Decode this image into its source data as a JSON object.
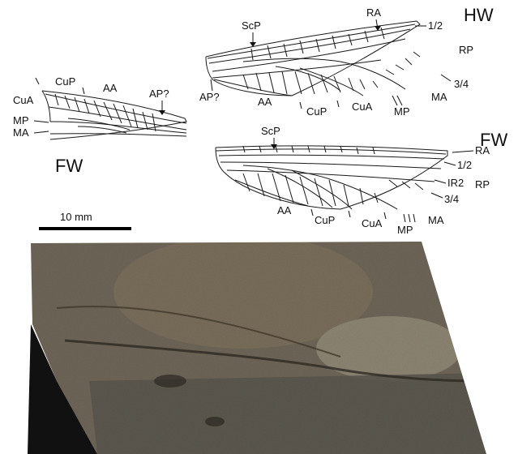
{
  "left_forewing": {
    "title": "FW",
    "labels": {
      "cua": "CuA",
      "cup": "CuP",
      "aa": "AA",
      "ap": "AP?",
      "mp": "MP",
      "ma": "MA"
    }
  },
  "hindwing": {
    "title": "HW",
    "labels": {
      "scp": "ScP",
      "ra": "RA",
      "half": "1/2",
      "rp": "RP",
      "ap": "AP?",
      "aa": "AA",
      "cup": "CuP",
      "cua": "CuA",
      "mp": "MP",
      "ma": "MA",
      "three_quarter": "3/4"
    }
  },
  "right_forewing": {
    "title": "FW",
    "labels": {
      "scp": "ScP",
      "ra": "RA",
      "half": "1/2",
      "ir2": "IR2",
      "rp": "RP",
      "three_quarter": "3/4",
      "aa": "AA",
      "cup": "CuP",
      "cua": "CuA",
      "mp": "MP",
      "ma": "MA"
    }
  },
  "scale_bar": {
    "label": "10 mm"
  },
  "photo": {
    "colors": {
      "rock": "#6e6658",
      "rock_light": "#8f8877",
      "rock_dark": "#2e2a24",
      "edge": "#111111"
    }
  }
}
